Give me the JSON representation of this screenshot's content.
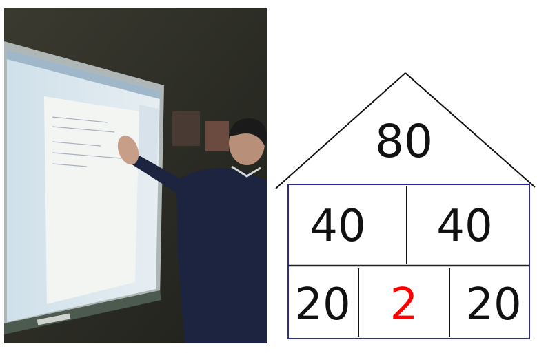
{
  "photo": {
    "subject": "teacher pointing at interactive whiteboard"
  },
  "number_house": {
    "roof_value": "80",
    "middle_row": [
      "40",
      "40"
    ],
    "bottom_row": [
      "20",
      "2",
      "20"
    ],
    "highlight_color": "#ff0000",
    "text_color": "#111111",
    "box_border_color": "#2b2b9a",
    "roof_line_color": "#111111"
  }
}
